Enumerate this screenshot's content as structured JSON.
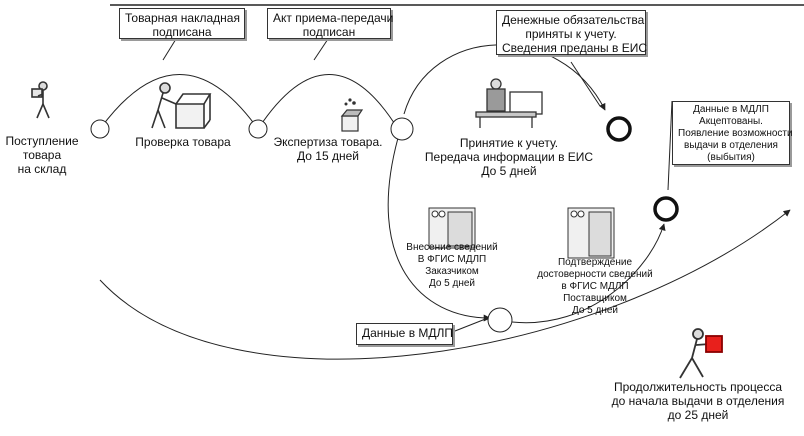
{
  "boxes": {
    "invoice_signed": [
      "Товарная накладная",
      "подписана"
    ],
    "act_signed": [
      "Акт приема-передачи",
      "подписан"
    ],
    "obligations": [
      "Денежные обязательства",
      "приняты к учету.",
      "Сведения преданы в ЕИС"
    ],
    "mdlp_accepted": [
      "Данные в МДЛП",
      "Акцептованы.",
      "Появление возможности",
      "выдачи в отделения",
      "(выбытия)"
    ],
    "mdlp_data": [
      "Данные в МДЛП"
    ]
  },
  "stages": {
    "arrival": [
      "Поступление",
      "товара",
      "на склад"
    ],
    "check": [
      "Проверка товара"
    ],
    "expertise": [
      "Экспертиза товара.",
      "До 15 дней"
    ],
    "accounting": [
      "Принятие к учету.",
      "Передача информации в ЕИС",
      "До 5 дней"
    ],
    "customer_entry": [
      "Внесение сведений",
      "В ФГИС МДЛП",
      "Заказчиком",
      "До 5 дней"
    ],
    "supplier_confirm": [
      "Подтверждение",
      "достоверности сведений",
      "в ФГИС МДЛП",
      "Поставщиком",
      "До 5 дней"
    ]
  },
  "duration": [
    "Продолжительность процесса",
    "до начала выдачи в отделения",
    "до 25 дней"
  ],
  "colors": {
    "line": "#222222",
    "box_shadow": "#9a9a9a",
    "red_box": "#e8201c"
  }
}
